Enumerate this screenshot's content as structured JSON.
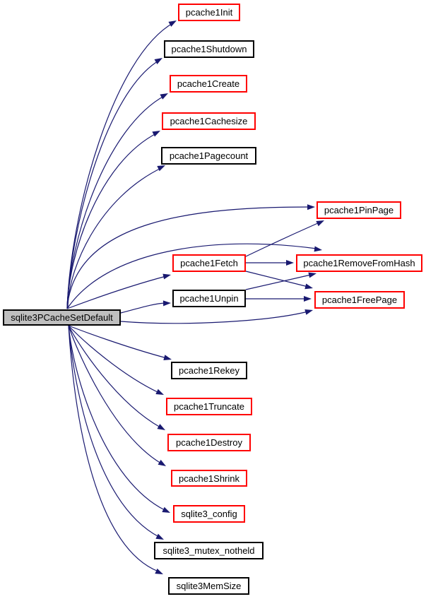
{
  "diagram": {
    "type": "call-graph",
    "root_function": "sqlite3PCacheSetDefault",
    "colors": {
      "edge": "#191970",
      "border_highlight": "#ff0000",
      "border_normal": "#000000",
      "root_fill": "#bfbfbf",
      "node_fill": "#ffffff",
      "text": "#000000",
      "background": "#ffffff"
    },
    "nodes": [
      {
        "id": "main",
        "label": "sqlite3PCacheSetDefault",
        "border": "black",
        "root": true
      },
      {
        "id": "init",
        "label": "pcache1Init",
        "border": "red"
      },
      {
        "id": "shutdown",
        "label": "pcache1Shutdown",
        "border": "black"
      },
      {
        "id": "create",
        "label": "pcache1Create",
        "border": "red"
      },
      {
        "id": "cachesize",
        "label": "pcache1Cachesize",
        "border": "red"
      },
      {
        "id": "pagecount",
        "label": "pcache1Pagecount",
        "border": "black"
      },
      {
        "id": "pinpage",
        "label": "pcache1PinPage",
        "border": "red"
      },
      {
        "id": "fetch",
        "label": "pcache1Fetch",
        "border": "red"
      },
      {
        "id": "removefromhash",
        "label": "pcache1RemoveFromHash",
        "border": "red"
      },
      {
        "id": "unpin",
        "label": "pcache1Unpin",
        "border": "black"
      },
      {
        "id": "freepage",
        "label": "pcache1FreePage",
        "border": "red"
      },
      {
        "id": "rekey",
        "label": "pcache1Rekey",
        "border": "black"
      },
      {
        "id": "truncate",
        "label": "pcache1Truncate",
        "border": "red"
      },
      {
        "id": "destroy",
        "label": "pcache1Destroy",
        "border": "red"
      },
      {
        "id": "shrink",
        "label": "pcache1Shrink",
        "border": "red"
      },
      {
        "id": "config",
        "label": "sqlite3_config",
        "border": "red"
      },
      {
        "id": "mutex",
        "label": "sqlite3_mutex_notheld",
        "border": "black"
      },
      {
        "id": "memsize",
        "label": "sqlite3MemSize",
        "border": "black"
      }
    ],
    "edges": [
      {
        "from": "main",
        "to": "init"
      },
      {
        "from": "main",
        "to": "shutdown"
      },
      {
        "from": "main",
        "to": "create"
      },
      {
        "from": "main",
        "to": "cachesize"
      },
      {
        "from": "main",
        "to": "pagecount"
      },
      {
        "from": "main",
        "to": "pinpage"
      },
      {
        "from": "main",
        "to": "fetch"
      },
      {
        "from": "main",
        "to": "removefromhash"
      },
      {
        "from": "main",
        "to": "unpin"
      },
      {
        "from": "main",
        "to": "freepage"
      },
      {
        "from": "main",
        "to": "rekey"
      },
      {
        "from": "main",
        "to": "truncate"
      },
      {
        "from": "main",
        "to": "destroy"
      },
      {
        "from": "main",
        "to": "shrink"
      },
      {
        "from": "main",
        "to": "config"
      },
      {
        "from": "main",
        "to": "mutex"
      },
      {
        "from": "main",
        "to": "memsize"
      },
      {
        "from": "fetch",
        "to": "pinpage"
      },
      {
        "from": "fetch",
        "to": "removefromhash"
      },
      {
        "from": "fetch",
        "to": "freepage"
      },
      {
        "from": "unpin",
        "to": "removefromhash"
      },
      {
        "from": "unpin",
        "to": "freepage"
      }
    ]
  }
}
